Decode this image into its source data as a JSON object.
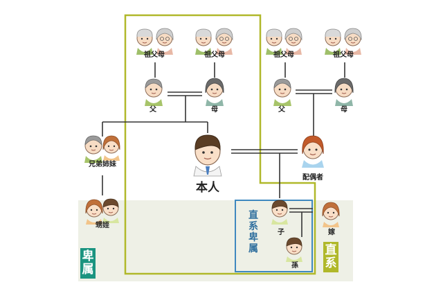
{
  "colors": {
    "collateral_green": "#1a9480",
    "lineal_olive": "#b0b82a",
    "descendant_blue": "#3e88bf",
    "band": "#eef0e6",
    "line": "#333333"
  },
  "labels": {
    "grandparents": "祖父母",
    "father": "父",
    "mother": "母",
    "siblings": "兄弟姉妹",
    "self": "本人",
    "spouse": "配偶者",
    "nephews": "甥姪",
    "child": "子",
    "child_spouse": "嫁",
    "grandchild": "孫"
  },
  "badges": {
    "collateral": [
      "卑",
      "属"
    ],
    "lineal": [
      "直",
      "系"
    ],
    "lineal_descendant": [
      "直",
      "系",
      "卑",
      "属"
    ]
  },
  "icons": {
    "grandparents": "elderly-couple-icon",
    "parent": "person-icon",
    "self": "man-icon",
    "spouse": "woman-icon",
    "child": "boy-icon",
    "grandchild": "small-child-icon",
    "couple": "couple-icon"
  }
}
